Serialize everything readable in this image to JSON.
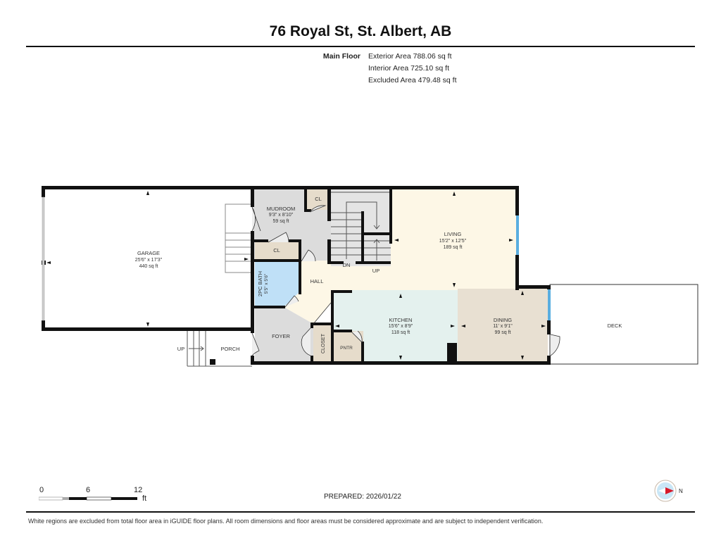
{
  "header": {
    "title": "76 Royal St, St. Albert, AB"
  },
  "areas": {
    "floor_label": "Main Floor",
    "exterior": "Exterior Area 788.06 sq ft",
    "interior": "Interior Area 725.10 sq ft",
    "excluded": "Excluded Area 479.48 sq ft"
  },
  "rooms": {
    "garage": {
      "name": "GARAGE",
      "dims": "25'6\" x 17'3\"",
      "area": "440 sq ft"
    },
    "mudroom": {
      "name": "MUDROOM",
      "dims": "9'3\" x 8'10\"",
      "area": "59 sq ft"
    },
    "closet_top": {
      "name": "CL"
    },
    "closet_mud": {
      "name": "CL"
    },
    "bath": {
      "name": "2PC BATH",
      "dims": "5'5\" x 5'6\""
    },
    "hall": {
      "name": "HALL"
    },
    "stairs_dn": {
      "name": "DN"
    },
    "stairs_up": {
      "name": "UP"
    },
    "living": {
      "name": "LIVING",
      "dims": "15'2\" x 12'5\"",
      "area": "189 sq ft"
    },
    "kitchen": {
      "name": "KITCHEN",
      "dims": "15'6\" x 8'9\"",
      "area": "118 sq ft"
    },
    "dining": {
      "name": "DINING",
      "dims": "11' x 9'1\"",
      "area": "99 sq ft"
    },
    "deck": {
      "name": "DECK"
    },
    "foyer": {
      "name": "FOYER"
    },
    "closet_foyer": {
      "name": "CLOSET"
    },
    "pantry": {
      "name": "PNTR"
    },
    "porch": {
      "name": "PORCH"
    },
    "porch_steps": {
      "name": "UP"
    }
  },
  "colors": {
    "wall": "#111111",
    "garage": "#ffffff",
    "mudroom": "#dcdcdc",
    "closet": "#e6dccb",
    "bath": "#bfe0f7",
    "hall_living": "#fdf7e6",
    "kitchen": "#e4f1ee",
    "dining": "#e8e0d2",
    "window": "#5aaee0",
    "compass_red": "#d7192a",
    "compass_blue": "#c9e6f6"
  },
  "scale": {
    "tick0": "0",
    "tick1": "6",
    "tick2": "12",
    "unit": "ft"
  },
  "footer": {
    "prepared": "PREPARED: 2026/01/22",
    "disclaimer": "White regions are excluded from total floor area in iGUIDE floor plans. All room dimensions and floor areas must be considered approximate and are subject to independent verification.",
    "compass_label": "N"
  }
}
